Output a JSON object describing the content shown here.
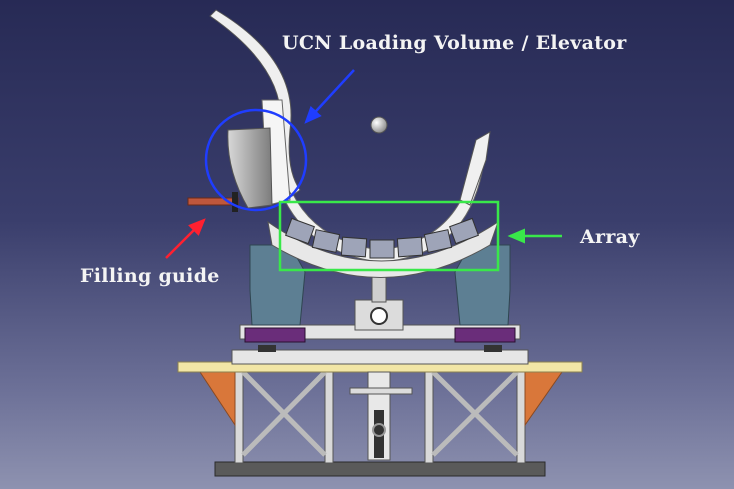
{
  "labels": {
    "ucn_volume": "UCN Loading Volume / Elevator",
    "array": "Array",
    "filling_guide": "Filling guide"
  },
  "colors": {
    "background_top": "#272a55",
    "background_bottom": "#8e92b0",
    "ucn_highlight": "#1f3dff",
    "array_highlight": "#39e84a",
    "filling_guide_arrow": "#ff2030",
    "guide_pipe": "#c0573c",
    "support_block": "#5d7f93",
    "purple_mount": "#6a2d7a",
    "orange_bracket": "#d9773a",
    "table_top": "#f2e6a6"
  }
}
